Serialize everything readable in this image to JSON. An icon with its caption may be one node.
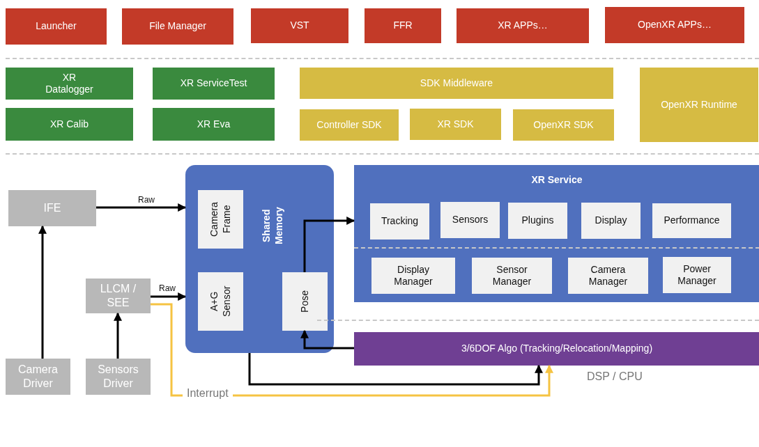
{
  "diagram": {
    "nodes": [
      {
        "text": [
          "Launcher"
        ]
      },
      {
        "text": [
          "File Manager"
        ]
      },
      {
        "text": [
          "VST"
        ]
      },
      {
        "text": [
          "FFR"
        ]
      },
      {
        "text": [
          "XR APPs…"
        ]
      },
      {
        "text": [
          "OpenXR APPs…"
        ]
      },
      {
        "text": [
          "XR Datalogger"
        ]
      },
      {
        "text": [
          "XR ServiceTest"
        ]
      },
      {
        "text": [
          "XR Calib"
        ]
      },
      {
        "text": [
          "XR Eva"
        ]
      },
      {
        "text": [
          "SDK  Middleware"
        ]
      },
      {
        "text": [
          "Controller SDK"
        ]
      },
      {
        "text": [
          "XR SDK"
        ]
      },
      {
        "text": [
          "OpenXR SDK"
        ]
      },
      {
        "text": [
          "OpenXR Runtime"
        ]
      },
      {
        "text": [
          "IFE"
        ]
      },
      {
        "text": [
          "Camera Driver"
        ]
      },
      {
        "text": [
          "LLCM / SEE"
        ]
      },
      {
        "text": [
          "Sensors Driver"
        ]
      },
      {
        "text": [
          "Shared Memory"
        ]
      },
      {
        "text": [
          "Camera Frame"
        ],
        "in": 19
      },
      {
        "text": [
          "A+G Sensor"
        ],
        "in": 19
      },
      {
        "text": [
          "Pose"
        ],
        "in": 19
      },
      {
        "text": [
          "XR Service"
        ]
      },
      {
        "text": [
          "Tracking"
        ],
        "in": 23
      },
      {
        "text": [
          "Sensors"
        ],
        "in": 23
      },
      {
        "text": [
          "Plugins"
        ],
        "in": 23
      },
      {
        "text": [
          "Display"
        ],
        "in": 23
      },
      {
        "text": [
          "Performance"
        ],
        "in": 23
      },
      {
        "text": [
          "Display Manager"
        ],
        "in": 23
      },
      {
        "text": [
          "Sensor Manager"
        ],
        "in": 23
      },
      {
        "text": [
          "Camera Manager"
        ],
        "in": 23
      },
      {
        "text": [
          "Power Manager"
        ],
        "in": 23
      },
      {
        "text": [
          "3/6DOF Algo (Tracking/Relocation/Mapping)"
        ]
      }
    ],
    "edges": [
      {
        "from": 16,
        "to": 15,
        "arrow": "to"
      },
      {
        "from": 15,
        "to": 19,
        "arrow": "to",
        "label": "Raw"
      },
      {
        "from": 18,
        "to": 17,
        "arrow": "to"
      },
      {
        "from": 17,
        "to": 19,
        "arrow": "to",
        "label": "Raw"
      },
      {
        "from": 22,
        "to": 23,
        "arrow": "to"
      },
      {
        "from": 33,
        "to": 22,
        "arrow": "to"
      },
      {
        "from": 19,
        "to": 33,
        "arrow": "to"
      },
      {
        "from": 17,
        "to": 33,
        "arrow": "to",
        "label": "Interrupt",
        "color": "#f5c342"
      }
    ],
    "labels": [
      "DSP / CPU"
    ]
  }
}
